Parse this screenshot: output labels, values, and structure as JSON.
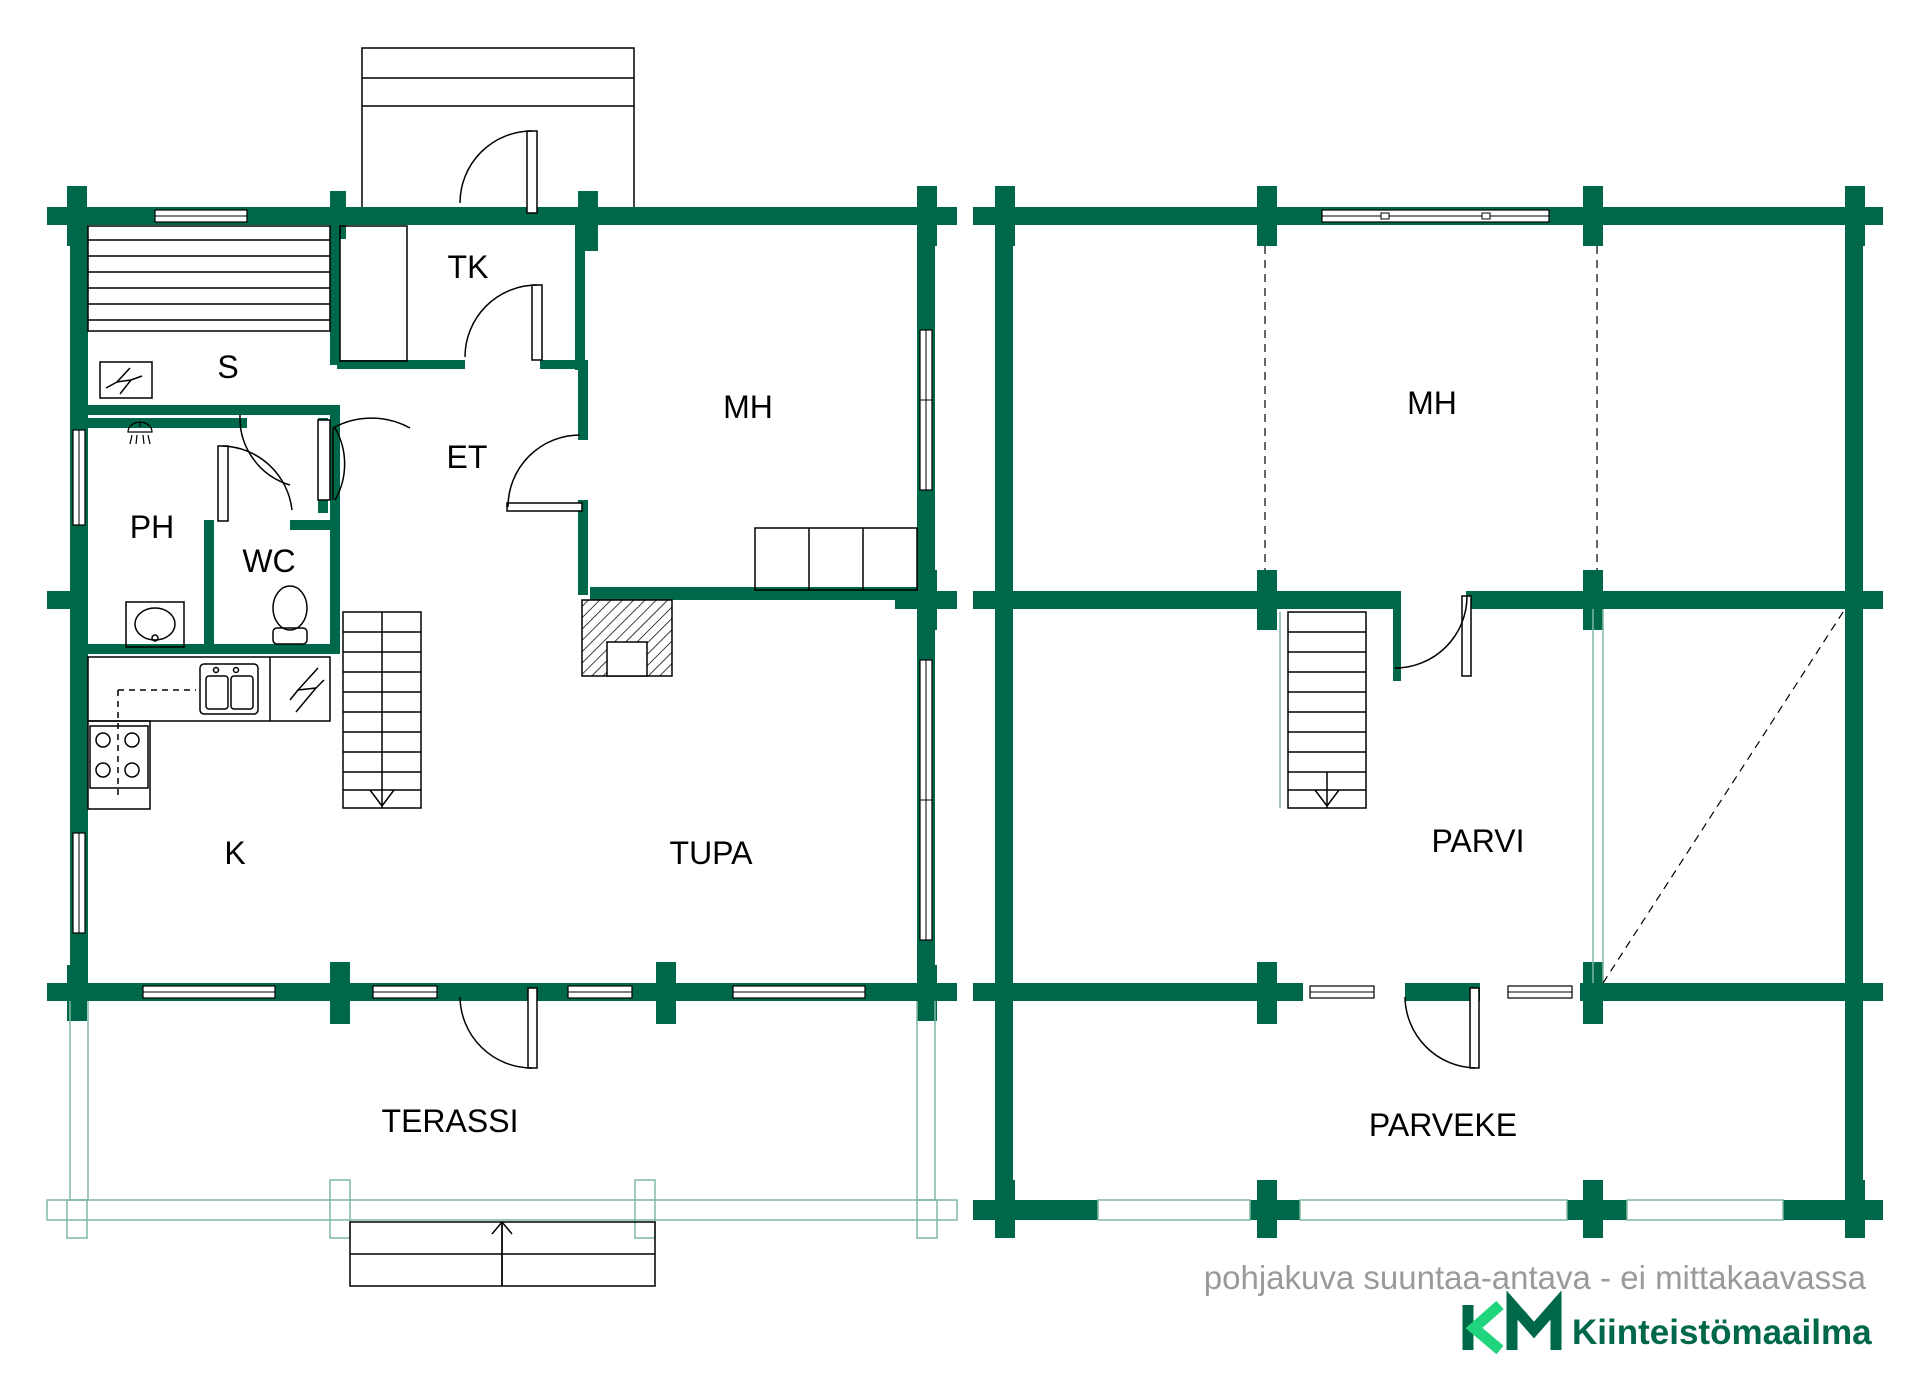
{
  "colors": {
    "wall": "#00684A",
    "light_wall": "#7fb8a3",
    "brand_green": "#00684A",
    "logo_light_green": "#21d47e",
    "caption_gray": "#9a9a9a",
    "line": "#000000"
  },
  "ground_floor": {
    "rooms": {
      "tk": "TK",
      "s": "S",
      "et": "ET",
      "mh": "MH",
      "ph": "PH",
      "wc": "WC",
      "k": "K",
      "tupa": "TUPA",
      "terassi": "TERASSI"
    },
    "icons": [
      "stove-icon",
      "shower-icon",
      "sink-icon",
      "toilet-icon",
      "kitchen-sink-icon",
      "electric-panel-icon",
      "fireplace-icon",
      "stairs-icon",
      "entrance-arrow-icon"
    ]
  },
  "upper_floor": {
    "rooms": {
      "mh": "MH",
      "parvi": "PARVI",
      "parveke": "PARVEKE"
    }
  },
  "footer": {
    "disclaimer": "pohjakuva suuntaa-antava - ei mittakaavassa",
    "brand_mark": "KM",
    "brand_name": "Kiinteistömaailma"
  }
}
